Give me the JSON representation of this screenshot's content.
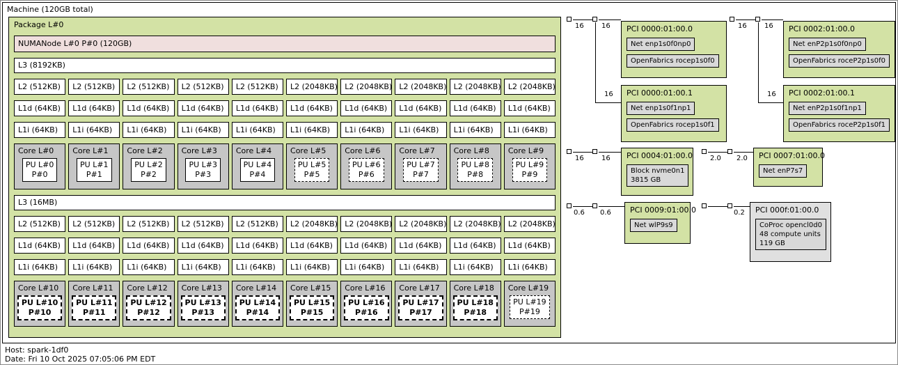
{
  "colors": {
    "package_green": "#d3e2a5",
    "numa_pink": "#f0dfde",
    "core_grey": "#c6c6c6",
    "device_grey": "#d9d9d9",
    "coproc_pci_grey": "#e0e0e0"
  },
  "machine": {
    "label": "Machine (120GB total)"
  },
  "legend": {
    "host": "Host: spark-1df0",
    "date": "Date: Fri 10 Oct 2025 07:05:06 PM EDT"
  },
  "package": {
    "label": "Package L#0",
    "numanode": "NUMANode L#0 P#0 (120GB)",
    "groups": [
      {
        "l3": "L3 (8192KB)",
        "l2": [
          "L2 (512KB)",
          "L2 (512KB)",
          "L2 (512KB)",
          "L2 (512KB)",
          "L2 (512KB)",
          "L2 (2048KB)",
          "L2 (2048KB)",
          "L2 (2048KB)",
          "L2 (2048KB)",
          "L2 (2048KB)"
        ],
        "l1d": [
          "L1d (64KB)",
          "L1d (64KB)",
          "L1d (64KB)",
          "L1d (64KB)",
          "L1d (64KB)",
          "L1d (64KB)",
          "L1d (64KB)",
          "L1d (64KB)",
          "L1d (64KB)",
          "L1d (64KB)"
        ],
        "l1i": [
          "L1i (64KB)",
          "L1i (64KB)",
          "L1i (64KB)",
          "L1i (64KB)",
          "L1i (64KB)",
          "L1i (64KB)",
          "L1i (64KB)",
          "L1i (64KB)",
          "L1i (64KB)",
          "L1i (64KB)"
        ],
        "cores": [
          {
            "label": "Core L#0",
            "pu": "PU L#0",
            "p": "P#0",
            "style": "solid"
          },
          {
            "label": "Core L#1",
            "pu": "PU L#1",
            "p": "P#1",
            "style": "solid"
          },
          {
            "label": "Core L#2",
            "pu": "PU L#2",
            "p": "P#2",
            "style": "solid"
          },
          {
            "label": "Core L#3",
            "pu": "PU L#3",
            "p": "P#3",
            "style": "solid"
          },
          {
            "label": "Core L#4",
            "pu": "PU L#4",
            "p": "P#4",
            "style": "solid"
          },
          {
            "label": "Core L#5",
            "pu": "PU L#5",
            "p": "P#5",
            "style": "dashed"
          },
          {
            "label": "Core L#6",
            "pu": "PU L#6",
            "p": "P#6",
            "style": "dashed"
          },
          {
            "label": "Core L#7",
            "pu": "PU L#7",
            "p": "P#7",
            "style": "dashed"
          },
          {
            "label": "Core L#8",
            "pu": "PU L#8",
            "p": "P#8",
            "style": "dashed"
          },
          {
            "label": "Core L#9",
            "pu": "PU L#9",
            "p": "P#9",
            "style": "dashed"
          }
        ]
      },
      {
        "l3": "L3 (16MB)",
        "l2": [
          "L2 (512KB)",
          "L2 (512KB)",
          "L2 (512KB)",
          "L2 (512KB)",
          "L2 (512KB)",
          "L2 (2048KB)",
          "L2 (2048KB)",
          "L2 (2048KB)",
          "L2 (2048KB)",
          "L2 (2048KB)"
        ],
        "l1d": [
          "L1d (64KB)",
          "L1d (64KB)",
          "L1d (64KB)",
          "L1d (64KB)",
          "L1d (64KB)",
          "L1d (64KB)",
          "L1d (64KB)",
          "L1d (64KB)",
          "L1d (64KB)",
          "L1d (64KB)"
        ],
        "l1i": [
          "L1i (64KB)",
          "L1i (64KB)",
          "L1i (64KB)",
          "L1i (64KB)",
          "L1i (64KB)",
          "L1i (64KB)",
          "L1i (64KB)",
          "L1i (64KB)",
          "L1i (64KB)",
          "L1i (64KB)"
        ],
        "cores": [
          {
            "label": "Core L#10",
            "pu": "PU L#10",
            "p": "P#10",
            "style": "bold"
          },
          {
            "label": "Core L#11",
            "pu": "PU L#11",
            "p": "P#11",
            "style": "bold"
          },
          {
            "label": "Core L#12",
            "pu": "PU L#12",
            "p": "P#12",
            "style": "bold"
          },
          {
            "label": "Core L#13",
            "pu": "PU L#13",
            "p": "P#13",
            "style": "bold"
          },
          {
            "label": "Core L#14",
            "pu": "PU L#14",
            "p": "P#14",
            "style": "bold"
          },
          {
            "label": "Core L#15",
            "pu": "PU L#15",
            "p": "P#15",
            "style": "bold"
          },
          {
            "label": "Core L#16",
            "pu": "PU L#16",
            "p": "P#16",
            "style": "bold"
          },
          {
            "label": "Core L#17",
            "pu": "PU L#17",
            "p": "P#17",
            "style": "bold"
          },
          {
            "label": "Core L#18",
            "pu": "PU L#18",
            "p": "P#18",
            "style": "bold"
          },
          {
            "label": "Core L#19",
            "pu": "PU L#19",
            "p": "P#19",
            "style": "dashed"
          }
        ]
      }
    ]
  },
  "pci": {
    "links": [
      "16",
      "16",
      "16",
      "16",
      "16",
      "16",
      "16",
      "16",
      "2.0",
      "2.0",
      "0.6",
      "0.6",
      "0.2"
    ],
    "devices": [
      {
        "label": "PCI 0000:01:00.0",
        "boxes": [
          [
            "Net enp1s0f0np0"
          ],
          [
            "OpenFabrics rocep1s0f0"
          ]
        ]
      },
      {
        "label": "PCI 0000:01:00.1",
        "boxes": [
          [
            "Net enp1s0f1np1"
          ],
          [
            "OpenFabrics rocep1s0f1"
          ]
        ]
      },
      {
        "label": "PCI 0002:01:00.0",
        "boxes": [
          [
            "Net enP2p1s0f0np0"
          ],
          [
            "OpenFabrics roceP2p1s0f0"
          ]
        ]
      },
      {
        "label": "PCI 0002:01:00.1",
        "boxes": [
          [
            "Net enP2p1s0f1np1"
          ],
          [
            "OpenFabrics roceP2p1s0f1"
          ]
        ]
      },
      {
        "label": "PCI 0004:01:00.0",
        "boxes": [
          [
            "Block nvme0n1",
            "3815 GB"
          ]
        ]
      },
      {
        "label": "PCI 0007:01:00.0",
        "boxes": [
          [
            "Net enP7s7"
          ]
        ]
      },
      {
        "label": "PCI 0009:01:00.0",
        "boxes": [
          [
            "Net wlP9s9"
          ]
        ]
      },
      {
        "label": "PCI 000f:01:00.0",
        "boxes": [
          [
            "CoProc opencl0d0",
            "48 compute units",
            "119 GB"
          ]
        ]
      }
    ]
  }
}
